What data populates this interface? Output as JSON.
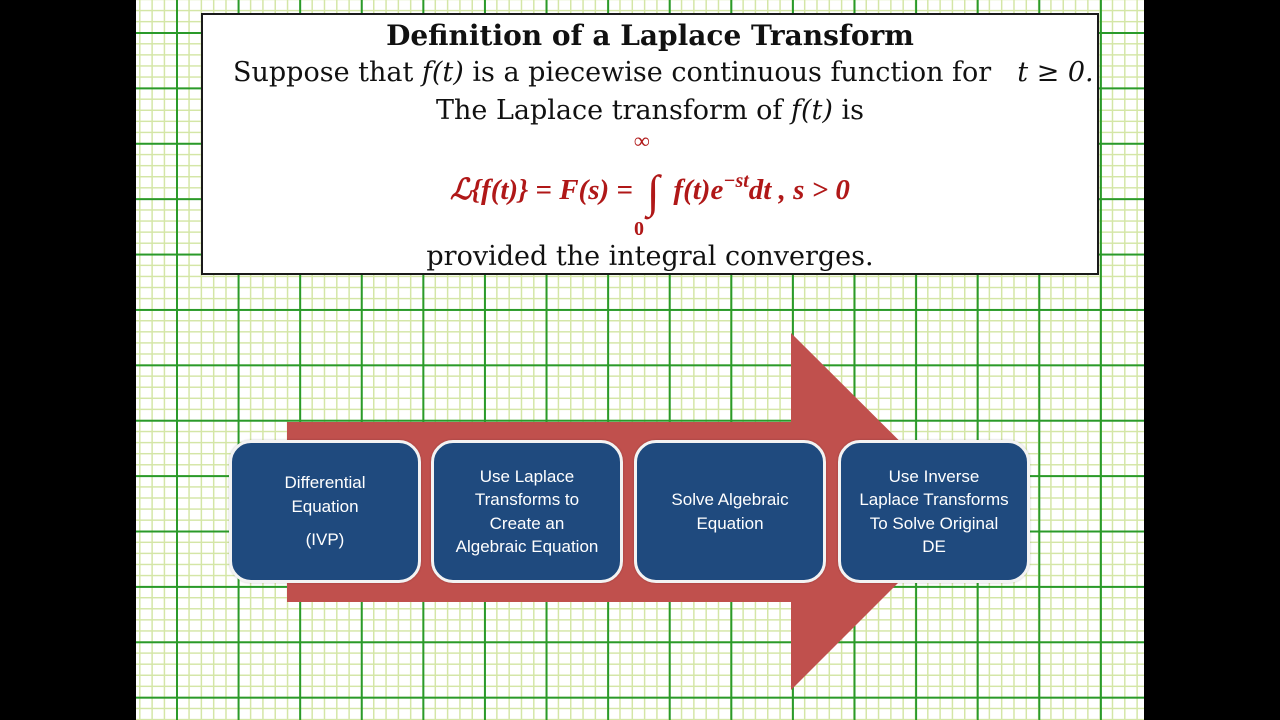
{
  "definition": {
    "title": "Definition of a Laplace Transform",
    "line1_pre": "Suppose that ",
    "line1_func": "f(t)",
    "line1_mid": " is a piecewise continuous function for",
    "line1_cond": "t ≥ 0.",
    "line2_pre": "The Laplace transform of ",
    "line2_func": "f(t)",
    "line2_post": " is",
    "formula_lhs": "ℒ{f(t)} = F(s) = ",
    "integral_symbol": "∫",
    "integral_upper": "∞",
    "integral_lower": "0",
    "integrand": "f(t)e",
    "exponent": "−st",
    "differential": "dt",
    "condition": " , s > 0",
    "line4": "provided the integral converges."
  },
  "process": {
    "arrow_color": "#c0504d",
    "box_color": "#1f4a7e",
    "steps": [
      {
        "lines": [
          "Differential",
          "Equation"
        ],
        "sub": "(IVP)"
      },
      {
        "lines": [
          "Use Laplace",
          "Transforms to",
          "Create an",
          "Algebraic Equation"
        ]
      },
      {
        "lines": [
          "Solve Algebraic",
          "Equation"
        ]
      },
      {
        "lines": [
          "Use Inverse",
          "Laplace Transforms",
          "To Solve Original",
          "DE"
        ]
      }
    ]
  }
}
